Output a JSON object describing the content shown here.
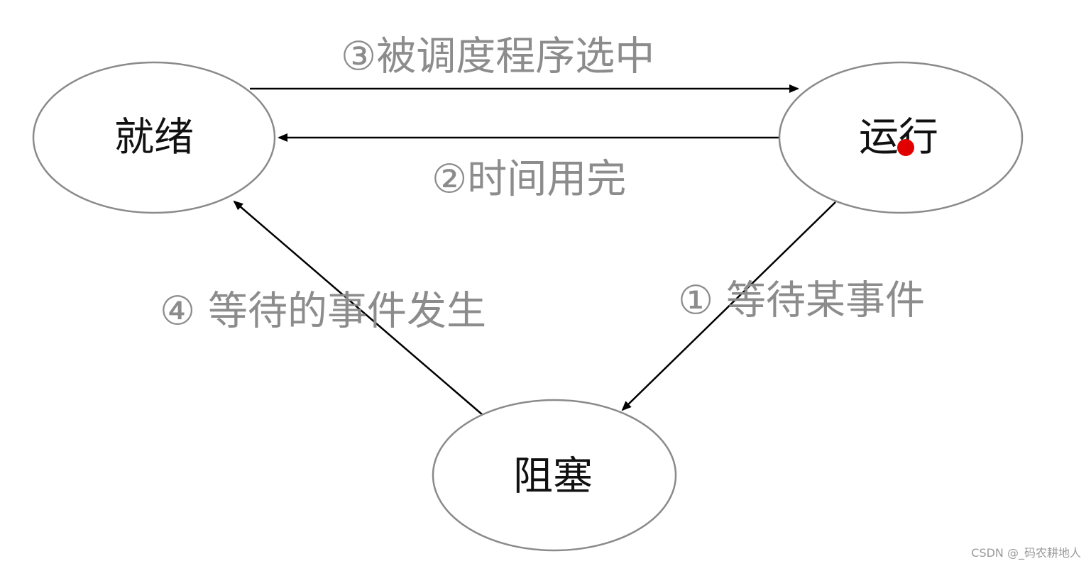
{
  "diagram": {
    "nodes": {
      "ready": {
        "label": "就绪"
      },
      "running": {
        "label": "运行"
      },
      "blocked": {
        "label": "阻塞"
      }
    },
    "edges": {
      "ready_to_running": {
        "label": "③被调度程序选中"
      },
      "running_to_ready": {
        "label": "②时间用完"
      },
      "running_to_blocked": {
        "label": "① 等待某事件"
      },
      "blocked_to_ready": {
        "label": "④ 等待的事件发生"
      }
    },
    "colors": {
      "node_border": "#8a8a8a",
      "edge_line": "#000000",
      "edge_label": "#8c8c8c",
      "node_label": "#111111",
      "cursor_dot": "#e00000"
    }
  },
  "watermark": {
    "text": "CSDN @_码农耕地人"
  }
}
